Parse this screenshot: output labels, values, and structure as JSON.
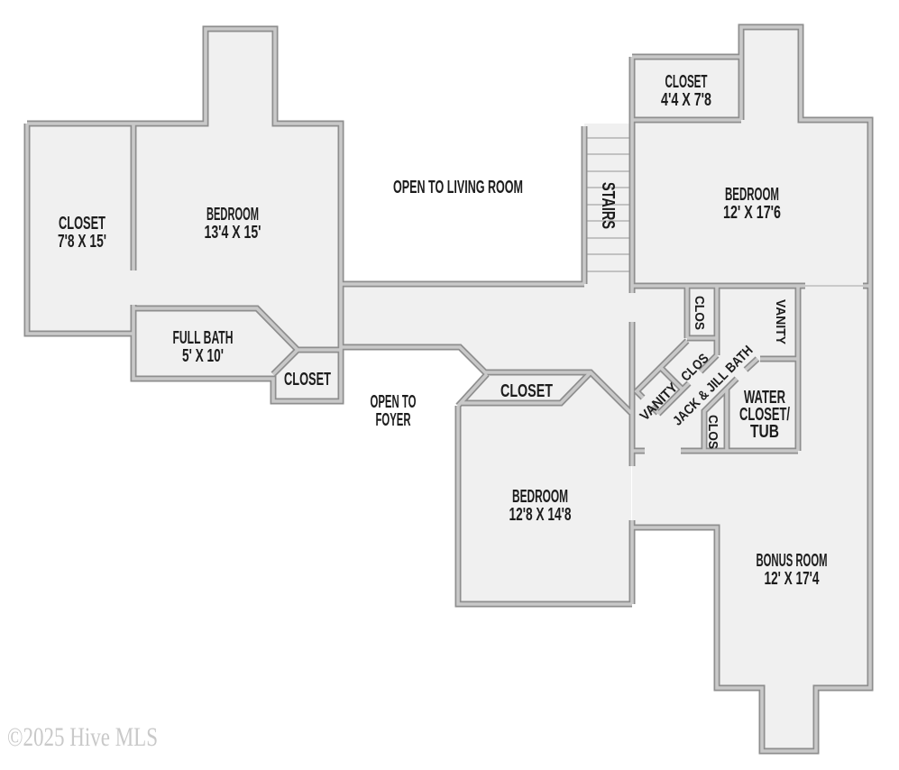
{
  "watermark": "©2025 Hive MLS",
  "colors": {
    "floor": "#f0f0f0",
    "wall_edge": "#8e8e8e",
    "wall_core": "#c9c9c9",
    "label_text": "#1c1c1c",
    "watermark_text": "#c9c9c9"
  },
  "rooms": {
    "closet_left": {
      "name": "CLOSET",
      "dims": "7'8 X 15'"
    },
    "bedroom_13x15": {
      "name": "BEDROOM",
      "dims": "13'4 X 15'"
    },
    "closet_4x7": {
      "name": "CLOSET",
      "dims": "4'4 X 7'8"
    },
    "bedroom_12x17": {
      "name": "BEDROOM",
      "dims": "12' X 17'6"
    },
    "full_bath": {
      "name": "FULL BATH",
      "dims": "5' X 10'"
    },
    "hall_closet": {
      "name": "CLOSET"
    },
    "bedroom_closet": {
      "name": "CLOSET"
    },
    "bedroom_12x14": {
      "name": "BEDROOM",
      "dims": "12'8 X 14'8"
    },
    "water_closet": {
      "line1": "WATER",
      "line2": "CLOSET/",
      "line3": "TUB"
    },
    "bonus_room": {
      "name": "BONUS ROOM",
      "dims": "12' X 17'4"
    }
  },
  "labels": {
    "open_living_room": "OPEN TO LIVING ROOM",
    "open_foyer_line1": "OPEN TO",
    "open_foyer_line2": "FOYER",
    "stairs": "STAIRS",
    "clos": "CLOS",
    "vanity": "VANITY",
    "jack_jill_bath": "JACK & JILL BATH"
  }
}
